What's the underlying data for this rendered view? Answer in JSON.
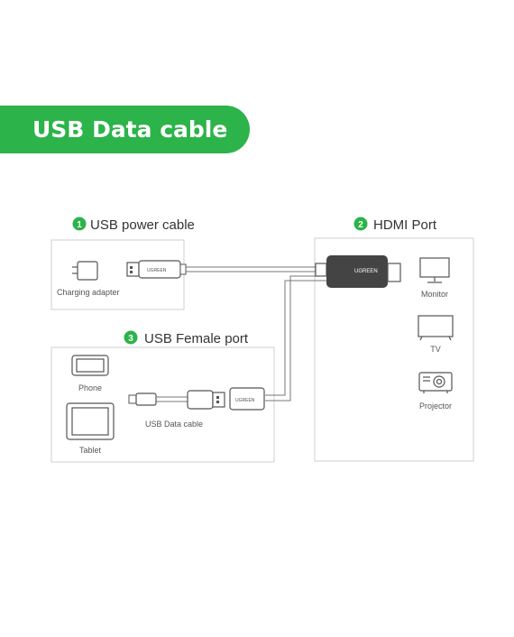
{
  "title": "USB Data cable",
  "colors": {
    "accent_green": "#2cb34a",
    "box_border": "#cfcfcf",
    "device_stroke": "#555555"
  },
  "sections": [
    {
      "number": "1",
      "label": "USB power cable"
    },
    {
      "number": "2",
      "label": "HDMI Port"
    },
    {
      "number": "3",
      "label": "USB Female port"
    }
  ],
  "connector_brand": "UGREEN",
  "devices": {
    "charging_adapter": "Charging adapter",
    "phone": "Phone",
    "tablet": "Tablet",
    "usb_data_cable": "USB Data cable",
    "monitor": "Monitor",
    "tv": "TV",
    "projector": "Projector"
  }
}
